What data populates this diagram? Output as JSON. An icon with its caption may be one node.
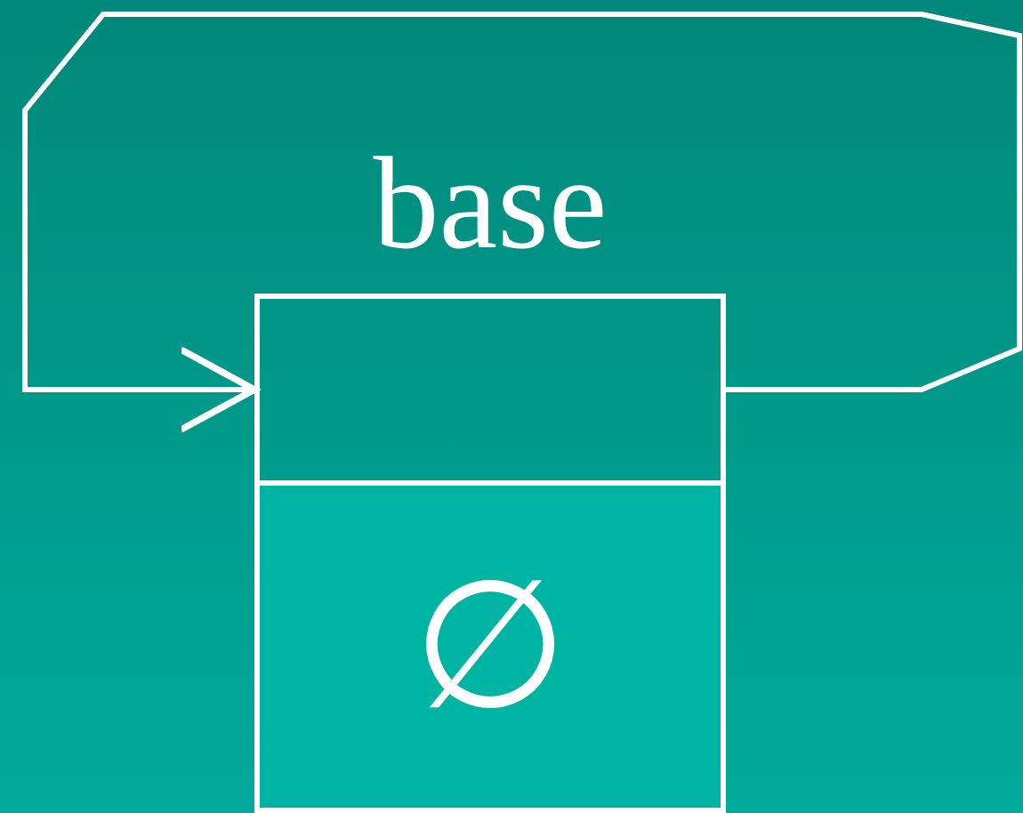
{
  "diagram": {
    "nodes": [
      {
        "text": [
          "base"
        ]
      },
      {
        "text": [],
        "shape": "box",
        "in": 0
      },
      {
        "text": [
          "∅"
        ],
        "in": 0
      }
    ],
    "edges": [
      {
        "from": 1,
        "to": 1,
        "arrow": "to"
      }
    ]
  }
}
